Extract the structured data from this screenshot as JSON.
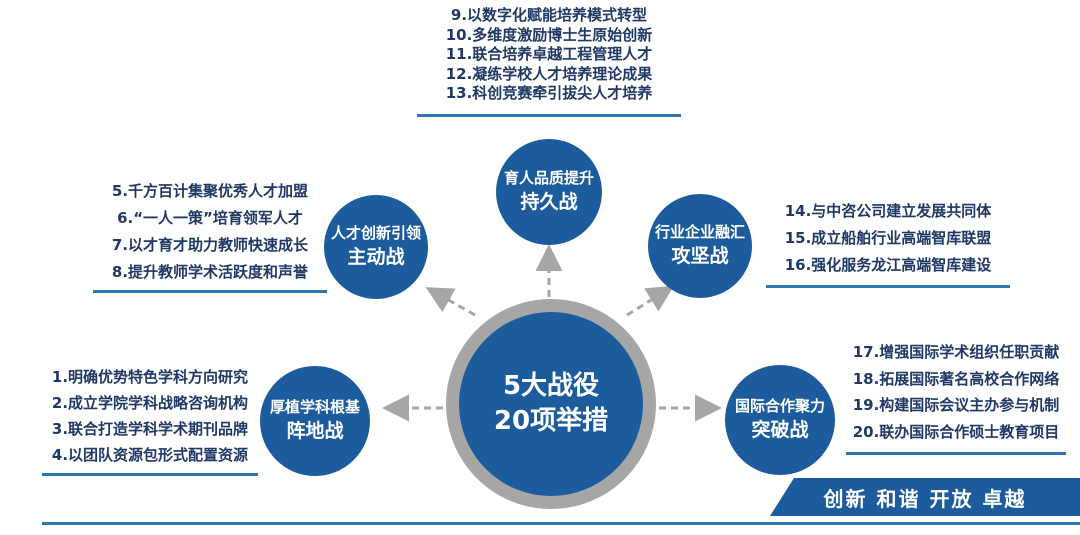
{
  "colors": {
    "circle_blue": "#1d5c9c",
    "ring_gray": "#a6a6a6",
    "text_navy": "#1f3864",
    "underline_blue": "#2e74b5"
  },
  "center": {
    "line1": "5大战役",
    "line2": "20项举措"
  },
  "battles": {
    "top": {
      "title": "育人品质提升",
      "subtitle": "持久战"
    },
    "upper_left": {
      "title": "人才创新引领",
      "subtitle": "主动战"
    },
    "upper_right": {
      "title": "行业企业融汇",
      "subtitle": "攻坚战"
    },
    "lower_left": {
      "title": "厚植学科根基",
      "subtitle": "阵地战"
    },
    "lower_right": {
      "title": "国际合作聚力",
      "subtitle": "突破战"
    }
  },
  "measures": {
    "top": {
      "items": [
        "9.以数字化赋能培养模式转型",
        "10.多维度激励博士生原始创新",
        "11.联合培养卓越工程管理人才",
        "12.凝练学校人才培养理论成果",
        "13.科创竞赛牵引拔尖人才培养"
      ]
    },
    "upper_left": {
      "items": [
        "5.千方百计集聚优秀人才加盟",
        "6.“一人一策”培育领军人才",
        "7.以才育才助力教师快速成长",
        "8.提升教师学术活跃度和声誉"
      ]
    },
    "upper_right": {
      "items": [
        "14.与中咨公司建立发展共同体",
        "15.成立船舶行业高端智库联盟",
        "16.强化服务龙江高端智库建设"
      ]
    },
    "lower_left": {
      "items": [
        "1.明确优势特色学科方向研究",
        "2.成立学院学科战略咨询机构",
        "3.联合打造学科学术期刊品牌",
        "4.以团队资源包形式配置资源"
      ]
    },
    "lower_right": {
      "items": [
        "17.增强国际学术组织任职贡献",
        "18.拓展国际著名高校合作网络",
        "19.构建国际会议主办参与机制",
        "20.联办国际合作硕士教育项目"
      ]
    }
  },
  "banner": {
    "text": "创新 和谐 开放 卓越"
  }
}
